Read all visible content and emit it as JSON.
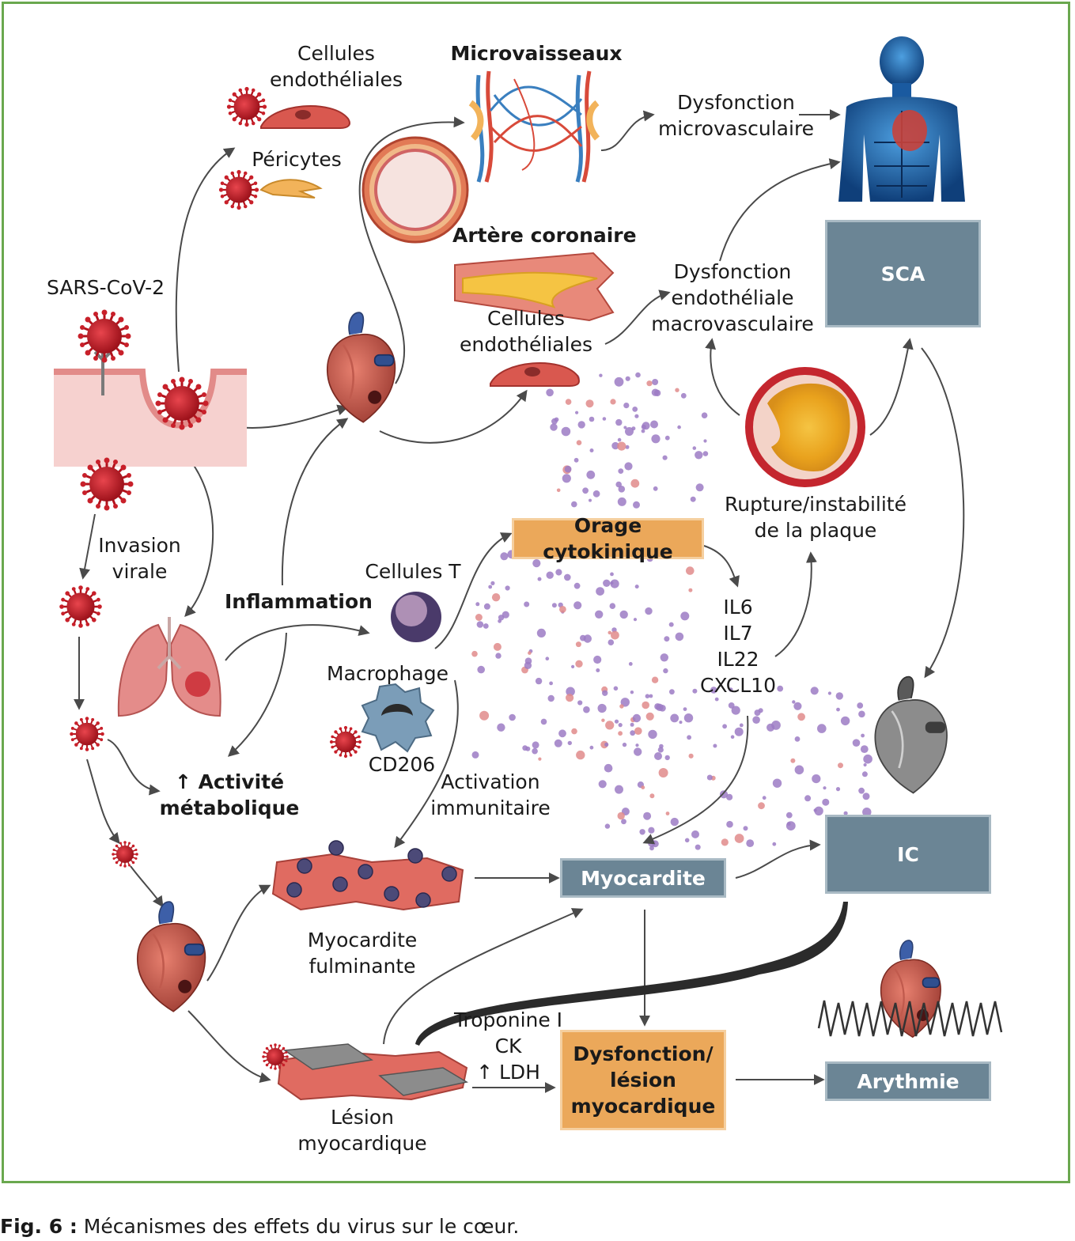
{
  "labels": {
    "cellules_endo_top": [
      "Cellules",
      "endothéliales"
    ],
    "microvaisseaux": "Microvaisseaux",
    "pericytes": "Péricytes",
    "dysf_micro": [
      "Dysfonction",
      "microvasculaire"
    ],
    "artere_coronaire": "Artère coronaire",
    "sars": "SARS-CoV-2",
    "cellules_endo_mid": [
      "Cellules",
      "endothéliales"
    ],
    "dysf_macro": [
      "Dysfonction",
      "endothéliale",
      "macrovasculaire"
    ],
    "rupture": [
      "Rupture/instabilité",
      "de la plaque"
    ],
    "invasion": [
      "Invasion",
      "virale"
    ],
    "cellules_t": "Cellules T",
    "inflammation": "Inflammation",
    "macrophage": "Macrophage",
    "cd206": "CD206",
    "cytokines": [
      "IL6",
      "IL7",
      "IL22",
      "CXCL10"
    ],
    "activite": [
      "↑ Activité",
      "métabolique"
    ],
    "activation": [
      "Activation",
      "immunitaire"
    ],
    "myo_fulminante": [
      "Myocardite",
      "fulminante"
    ],
    "troponine": [
      "Troponine I",
      "CK",
      "↑ LDH"
    ],
    "lesion": [
      "Lésion",
      "myocardique"
    ]
  },
  "boxes": {
    "sca": "SCA",
    "orage": "Orage cytokinique",
    "ic": "IC",
    "myocardite": "Myocardite",
    "dysf_lesion": [
      "Dysfonction/",
      "lésion",
      "myocardique"
    ],
    "arythmie": "Arythmie"
  },
  "caption": {
    "fig": "Fig. 6 :",
    "text": "Mécanismes des effets du virus sur le cœur."
  },
  "colors": {
    "frame": "#6aa84f",
    "gray_box": "#6b8595",
    "orange_box": "#eba85a",
    "virus": "#c8202a",
    "cytokine_dot": "#9c7bc4",
    "arrow": "#4a4a4a"
  }
}
